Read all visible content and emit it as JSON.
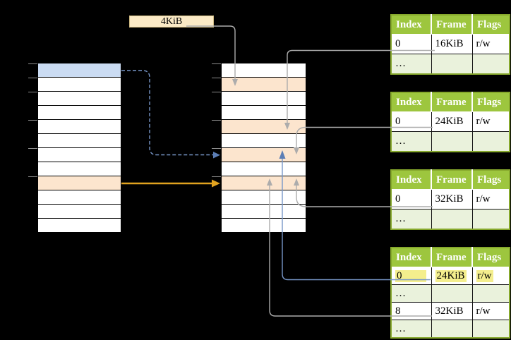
{
  "diagram": {
    "page_size_label": "4KiB",
    "virtual_memory_column": {
      "rows": [
        "blue",
        "white",
        "white",
        "white",
        "white",
        "white",
        "white",
        "white",
        "orange",
        "white",
        "white",
        "white"
      ]
    },
    "physical_memory_column": {
      "rows": [
        "white",
        "orange",
        "white",
        "white",
        "orange",
        "white",
        "orange",
        "white",
        "orange",
        "white",
        "white",
        "white"
      ]
    },
    "tick_row_offsets": [
      0,
      1,
      2,
      4,
      6,
      8
    ],
    "page_tables": [
      {
        "headers": [
          "Index",
          "Frame",
          "Flags"
        ],
        "rows": [
          {
            "cells": [
              "0",
              "16KiB",
              "r/w"
            ],
            "shade": "white",
            "highlight": false
          },
          {
            "cells": [
              "…",
              "",
              ""
            ],
            "shade": "green",
            "highlight": false
          }
        ]
      },
      {
        "headers": [
          "Index",
          "Frame",
          "Flags"
        ],
        "rows": [
          {
            "cells": [
              "0",
              "24KiB",
              "r/w"
            ],
            "shade": "white",
            "highlight": false
          },
          {
            "cells": [
              "…",
              "",
              ""
            ],
            "shade": "green",
            "highlight": false
          }
        ]
      },
      {
        "headers": [
          "Index",
          "Frame",
          "Flags"
        ],
        "rows": [
          {
            "cells": [
              "0",
              "32KiB",
              "r/w"
            ],
            "shade": "white",
            "highlight": false
          },
          {
            "cells": [
              "…",
              "",
              ""
            ],
            "shade": "green",
            "highlight": false
          }
        ]
      },
      {
        "headers": [
          "Index",
          "Frame",
          "Flags"
        ],
        "rows": [
          {
            "cells": [
              "0",
              "24KiB",
              "r/w"
            ],
            "shade": "white",
            "highlight": true
          },
          {
            "cells": [
              "…",
              "",
              ""
            ],
            "shade": "green",
            "highlight": false
          },
          {
            "cells": [
              "8",
              "32KiB",
              "r/w"
            ],
            "shade": "white",
            "highlight": false
          },
          {
            "cells": [
              "…",
              "",
              ""
            ],
            "shade": "green",
            "highlight": false
          }
        ]
      }
    ],
    "colors": {
      "background": "#000000",
      "cell_white": "#ffffff",
      "cell_blue": "#cbdcf3",
      "cell_orange": "#fce5ce",
      "label_box_fill": "#fbeac6",
      "label_box_border": "#cdb983",
      "table_header_green": "#9dc63e",
      "table_row_light_green": "#eaf2dc",
      "table_border_green": "#86a82c",
      "highlight_yellow": "#f4ee8d",
      "connector_gray": "#acacac",
      "connector_blue": "#7796c8",
      "connector_blue_dark": "#5c7eb5",
      "arrow_orange": "#e2a31f",
      "tick_gray": "#8c8c8c"
    }
  }
}
